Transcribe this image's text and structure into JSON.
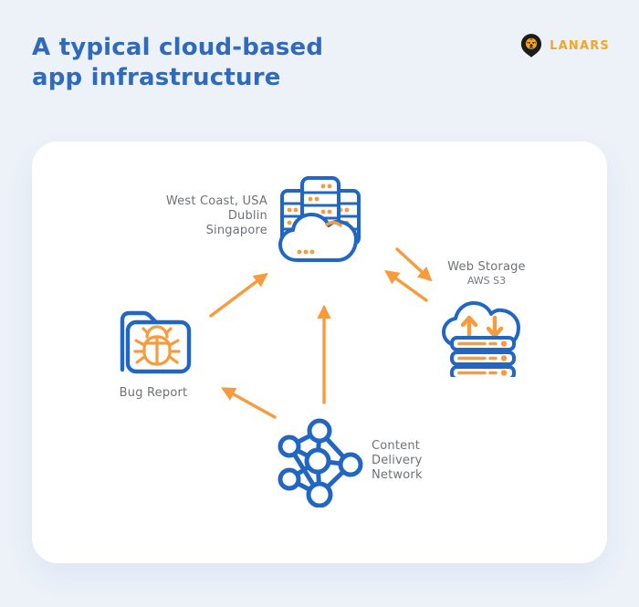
{
  "header": {
    "title_line1": "A typical cloud-based",
    "title_line2": "app infrastructure",
    "brand": "LANARS"
  },
  "colors": {
    "background": "#edf2f9",
    "card": "#ffffff",
    "title_blue": "#2e6abd",
    "icon_blue": "#2166c2",
    "accent_orange": "#f89b3d",
    "brand_orange": "#f5a623",
    "logo_black": "#1c1c1a",
    "label_gray": "#6e7276"
  },
  "diagram": {
    "app_servers": {
      "icon": "server-cloud-icon",
      "region_labels": [
        "West Coast, USA",
        "Dublin",
        "Singapore"
      ]
    },
    "web_storage": {
      "icon": "storage-cloud-icon",
      "title": "Web Storage",
      "subtitle": "AWS S3"
    },
    "bug_report": {
      "icon": "bug-folder-icon",
      "label": "Bug Report"
    },
    "cdn": {
      "icon": "network-icon",
      "label_lines": [
        "Content",
        "Delivery",
        "Network"
      ]
    },
    "edges": [
      {
        "from": "bug-report",
        "to": "app-servers"
      },
      {
        "from": "cdn",
        "to": "app-servers"
      },
      {
        "from": "cdn",
        "to": "bug-report"
      },
      {
        "from": "app-servers",
        "to": "web-storage"
      },
      {
        "from": "web-storage",
        "to": "app-servers"
      }
    ]
  }
}
